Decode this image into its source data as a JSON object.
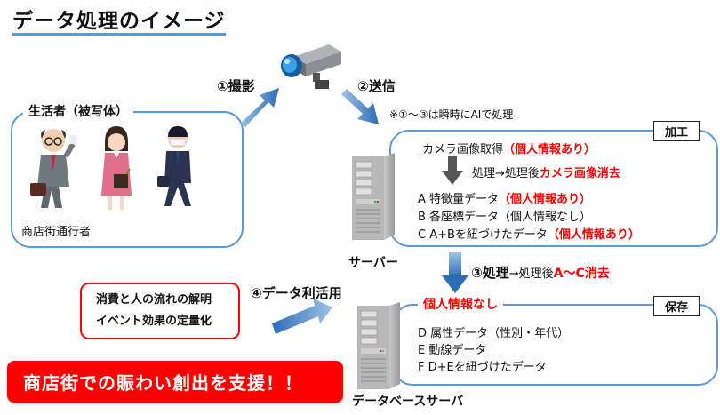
{
  "title": "データ処理のイメージ",
  "people_panel": {
    "label": "生活者（被写体）",
    "caption": "商店街通行者",
    "figures": [
      "elderly-man-icon",
      "woman-shopper-icon",
      "masked-businessman-icon"
    ]
  },
  "steps": {
    "capture": "①撮影",
    "send": "②送信",
    "process_label": "③処理",
    "process_rest": "→処理後",
    "process_red": "A～C消去",
    "use": "④データ利活用"
  },
  "note": "※①～③は瞬時にAIで処理",
  "processing_panel": {
    "tag": "加工",
    "camera_line": "カメラ画像取得",
    "camera_line_red": "（個人情報あり）",
    "arrow_text": "処理→処理後",
    "arrow_text_red": "カメラ画像消去",
    "items": [
      {
        "text": "A 特徴量データ",
        "red": "（個人情報あり）"
      },
      {
        "text": "B 各座標データ（個人情報なし）",
        "red": ""
      },
      {
        "text": "C A+Bを紐づけたデータ",
        "red": "（個人情報あり）"
      }
    ]
  },
  "server_label": "サーバー",
  "storage_panel": {
    "tag": "保存",
    "header_red": "個人情報なし",
    "items": [
      "D 属性データ（性別・年代）",
      "E 動線データ",
      "F D+Eを紐づけたデータ"
    ]
  },
  "db_server_label": "データベースサーバ",
  "results": [
    "消費と人の流れの解明",
    "イベント効果の定量化"
  ],
  "banner": "商店街での賑わい創出を支援！！",
  "colors": {
    "accent_blue": "#5b9bd5",
    "alert_red": "#ff0000"
  }
}
